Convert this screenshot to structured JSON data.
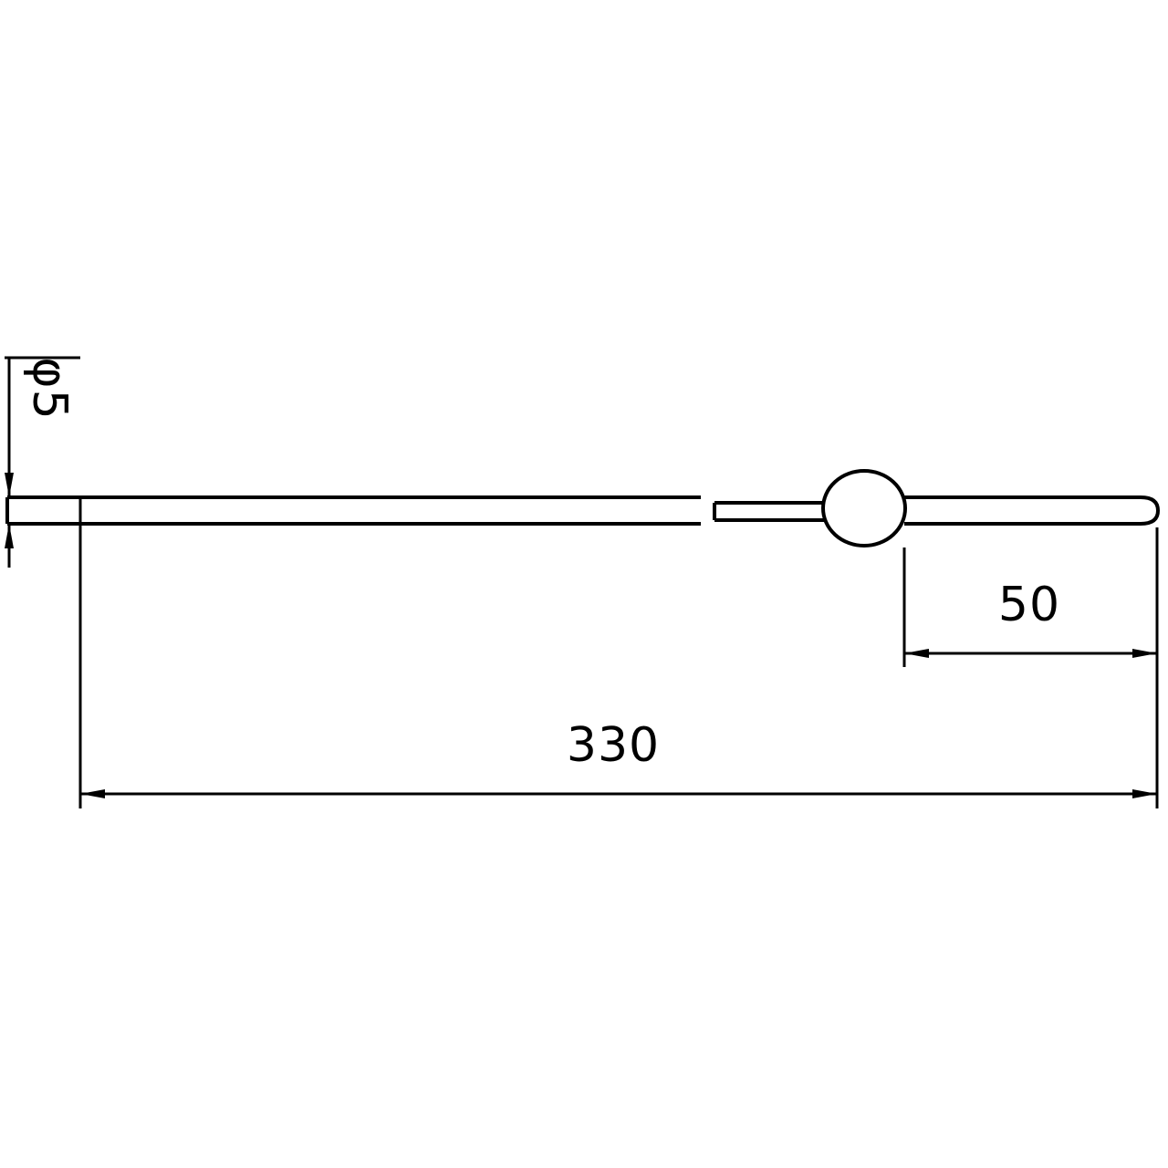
{
  "drawing": {
    "background": "#ffffff",
    "line_color": "#000000",
    "part": "rod-with-ball-end",
    "dimensions": {
      "diameter": {
        "label": "φ5",
        "value": 5
      },
      "ball_to_right_end": {
        "label": "50",
        "value": 50
      },
      "overall_length": {
        "label": "330",
        "value": 330
      }
    }
  }
}
